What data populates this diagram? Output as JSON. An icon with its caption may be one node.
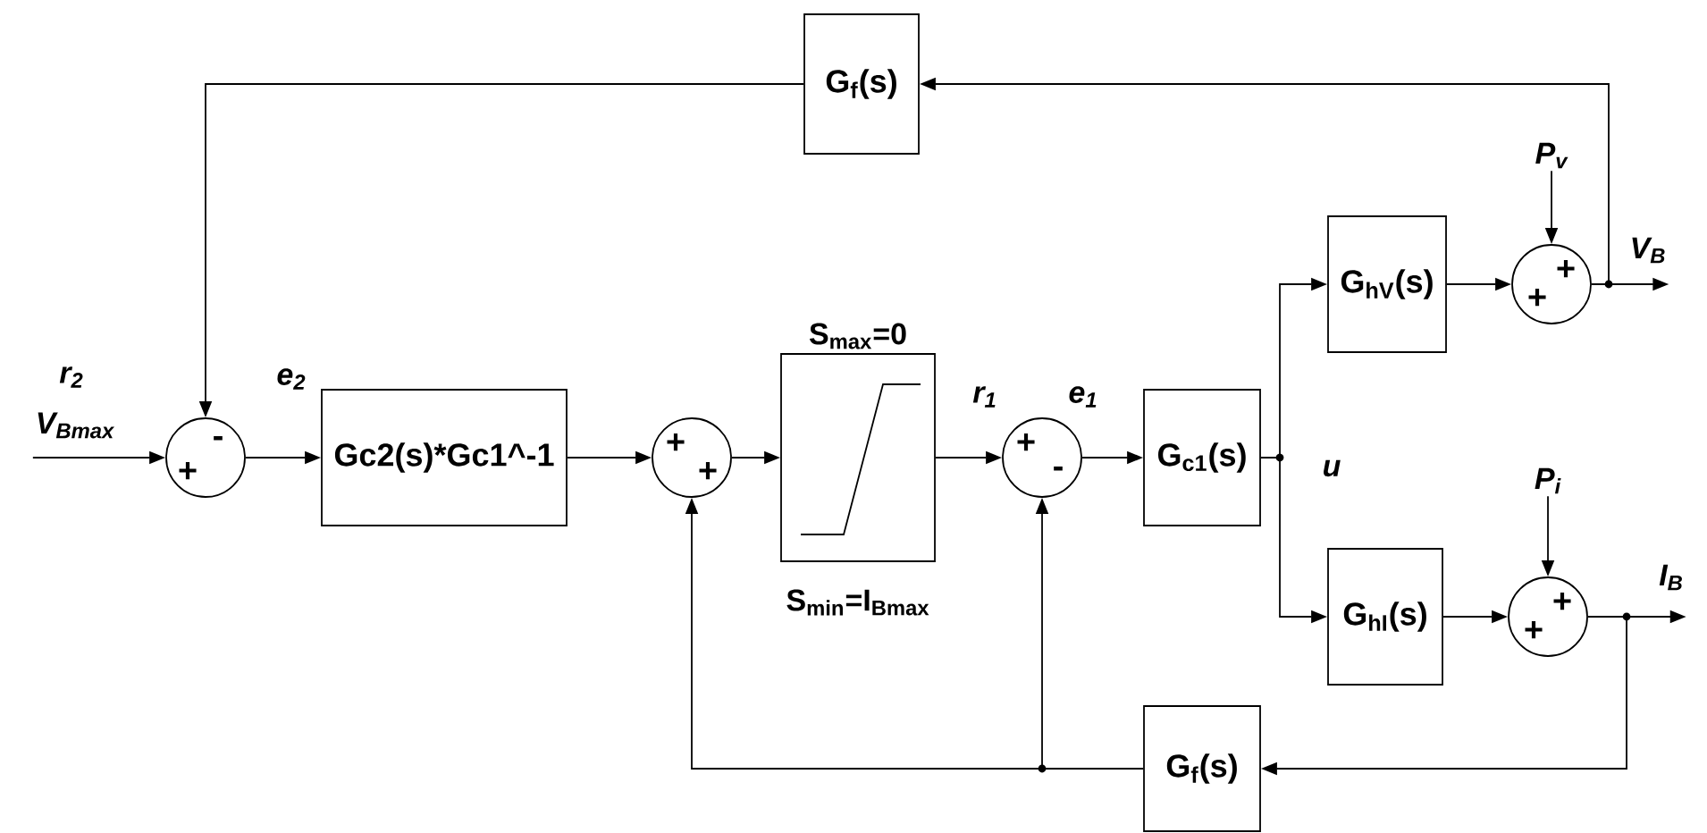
{
  "diagram": {
    "nodes": [
      {
        "text": [
          "G$_{f}$(s)"
        ]
      },
      {
        "text": [
          "-",
          "+"
        ]
      },
      {
        "text": [
          "Gc2(s)*Gc1^-1"
        ]
      },
      {
        "text": [
          "+",
          "+"
        ]
      },
      {
        "text": [],
        "shape": "box",
        "beside": [
          "S$_{max}$=0",
          "S$_{min}$=I$_{Bmax}$"
        ]
      },
      {
        "text": [
          "+",
          "-"
        ]
      },
      {
        "text": [
          "G$_{c1}$(s)"
        ]
      },
      {
        "text": [
          "G$_{hV}$(s)"
        ]
      },
      {
        "text": [
          "+",
          "+"
        ]
      },
      {
        "text": [
          "G$_{hI}$(s)"
        ]
      },
      {
        "text": [
          "+",
          "+"
        ]
      },
      {
        "text": [
          "G$_{f}$(s)"
        ]
      },
      {
        "text": [
          "V$_{Bmax}$"
        ]
      },
      {
        "text": [
          "P$_{v}$"
        ]
      },
      {
        "text": [
          "V$_{B}$"
        ]
      },
      {
        "text": [
          "P$_{i}$"
        ]
      },
      {
        "text": [
          "I$_{B}$"
        ]
      }
    ],
    "edges": [
      {
        "from": 12,
        "to": 1,
        "arrow": "to"
      },
      {
        "from": 1,
        "to": 2,
        "arrow": "to"
      },
      {
        "from": 2,
        "to": 3,
        "arrow": "to"
      },
      {
        "from": 3,
        "to": 4,
        "arrow": "to"
      },
      {
        "from": 4,
        "to": 5,
        "arrow": "to"
      },
      {
        "from": 5,
        "to": 6,
        "arrow": "to"
      },
      {
        "from": 6,
        "to": 7,
        "arrow": "to"
      },
      {
        "from": 6,
        "to": 9,
        "arrow": "to"
      },
      {
        "from": 7,
        "to": 8,
        "arrow": "to"
      },
      {
        "from": 9,
        "to": 10,
        "arrow": "to"
      },
      {
        "from": 8,
        "to": 0,
        "arrow": "to"
      },
      {
        "from": 0,
        "to": 1,
        "arrow": "to"
      },
      {
        "from": 13,
        "to": 8,
        "arrow": "to"
      },
      {
        "from": 8,
        "to": 14,
        "arrow": "to"
      },
      {
        "from": 15,
        "to": 10,
        "arrow": "to"
      },
      {
        "from": 10,
        "to": 16,
        "arrow": "to"
      },
      {
        "from": 10,
        "to": 11,
        "arrow": "to"
      },
      {
        "from": 11,
        "to": 5,
        "arrow": "to"
      },
      {
        "from": 11,
        "to": 3,
        "arrow": "to"
      }
    ],
    "labels": [
      "r$_{2}$",
      "e$_{2}$",
      "r$_{1}$",
      "e$_{1}$",
      "u"
    ]
  }
}
